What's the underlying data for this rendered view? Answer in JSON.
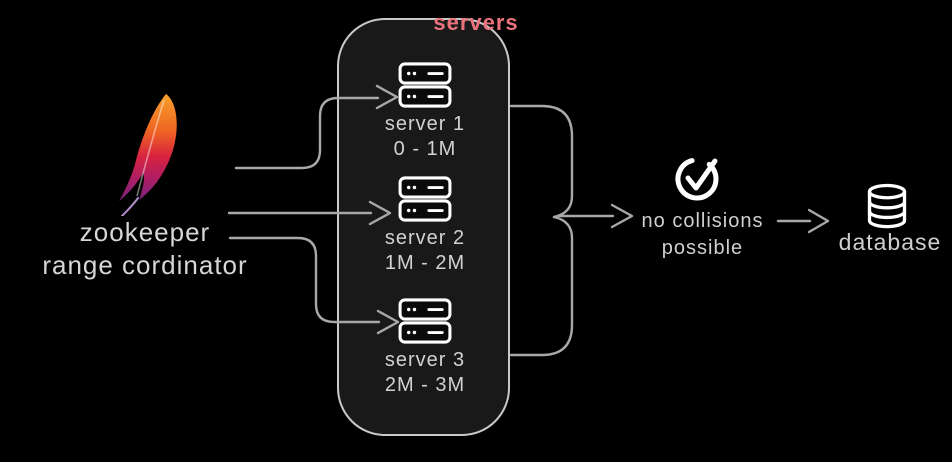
{
  "coordinator": {
    "label_line1": "zookeeper",
    "label_line2": "range cordinator",
    "icon": "apache-feather-icon"
  },
  "servers_box": {
    "title": "servers",
    "servers": [
      {
        "name": "server 1",
        "range": "0 - 1M"
      },
      {
        "name": "server 2",
        "range": "1M - 2M"
      },
      {
        "name": "server 3",
        "range": "2M - 3M"
      }
    ]
  },
  "result": {
    "line1": "no collisions",
    "line2": "possible",
    "icon": "check-circle-icon"
  },
  "database": {
    "label": "database",
    "icon": "database-icon"
  },
  "colors": {
    "background": "#000000",
    "box_fill": "#191919",
    "box_border": "#c9c9c9",
    "line_stroke": "#a8a8a8",
    "text": "#d2d2d2",
    "accent_label": "#ea737d",
    "icon_white": "#ffffff",
    "feather_top": "#f69923",
    "feather_mid": "#d8233f",
    "feather_bottom": "#76217c"
  }
}
